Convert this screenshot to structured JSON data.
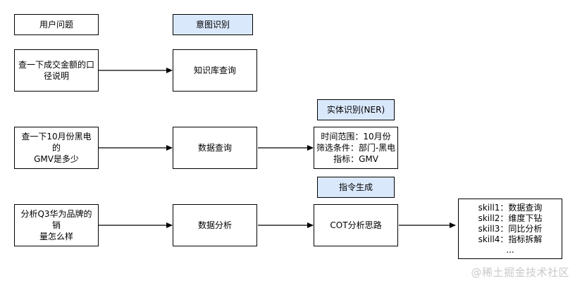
{
  "headers": {
    "user_question": "用户问题",
    "intent": "意图识别"
  },
  "rows": [
    {
      "question": "查一下成交金额的口\n径说明",
      "intent": "知识库查询"
    },
    {
      "question": "查一下10月份黑电的\nGMV是多少",
      "intent": "数据查询",
      "step_label": "实体识别(NER)",
      "step_output": "时间范围：10月份\n筛选条件：部门-黑电\n指标：GMV"
    },
    {
      "question": "分析Q3华为品牌的销\n量怎么样",
      "intent": "数据分析",
      "step_label": "指令生成",
      "step_output": "COT分析思路",
      "skills": "skill1：数据查询\nskill2：维度下钻\nskill3：同比分析\nskill4：指标拆解\n..."
    }
  ],
  "watermark": "@稀土掘金技术社区",
  "colors": {
    "highlight_fill": "#dae8fc",
    "stroke": "#000000"
  }
}
